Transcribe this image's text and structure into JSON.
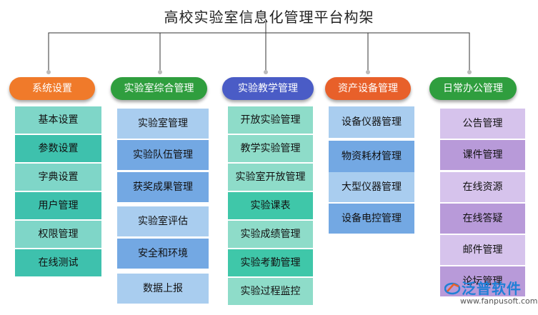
{
  "title": "高校实验室信息化管理平台构架",
  "categories": [
    {
      "label": "系统设置",
      "pill_color": "#f07a2a",
      "items": [
        "基本设置",
        "参数设置",
        "字典设置",
        "用户管理",
        "权限管理",
        "在线测试"
      ]
    },
    {
      "label": "实验室综合管理",
      "pill_color": "#2f9e3e",
      "items": [
        "实验室管理",
        "实验队伍管理",
        "获奖成果管理",
        "实验室评估",
        "安全和环境",
        "数据上报"
      ]
    },
    {
      "label": "实验教学管理",
      "pill_color": "#4a5cc6",
      "items": [
        "开放实验管理",
        "教学实验管理",
        "实验室开放管理",
        "实验课表",
        "实验成绩管理",
        "实验考勤管理",
        "实验过程监控"
      ]
    },
    {
      "label": "资产设备管理",
      "pill_color": "#e8602a",
      "items": [
        "设备仪器管理",
        "物资耗材管理",
        "大型仪器管理",
        "设备电控管理"
      ]
    },
    {
      "label": "日常办公管理",
      "pill_color": "#2f9e3e",
      "items": [
        "公告管理",
        "课件管理",
        "在线资源",
        "在线答疑",
        "邮件管理",
        "论坛管理"
      ]
    }
  ],
  "logo": {
    "brand": "泛普软件",
    "url": "www.fanpusoft.com"
  }
}
